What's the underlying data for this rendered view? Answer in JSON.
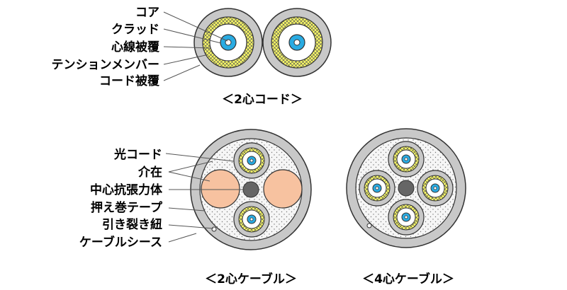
{
  "two_core_cord": {
    "caption": "＜2心コード＞",
    "labels": [
      "コア",
      "クラッド",
      "心線被覆",
      "テンションメンバー",
      "コード被覆"
    ]
  },
  "two_core_cable": {
    "caption": "＜2心ケーブル＞",
    "labels": [
      "光コード",
      "介在",
      "中心抗張力体",
      "押え巻テープ",
      "引き裂き紐",
      "ケーブルシース"
    ]
  },
  "four_core_cable": {
    "caption": "＜4心ケーブル＞"
  },
  "colors": {
    "sheath_gray": "#c8c8c8",
    "core_cyan": "#29abe2",
    "cladding_white": "#ffffff",
    "tension_yellow": "#ffff66",
    "filler_peach": "#f7c2a0",
    "center_member_gray": "#666666",
    "dotted_fill": "#f4f4f4"
  }
}
